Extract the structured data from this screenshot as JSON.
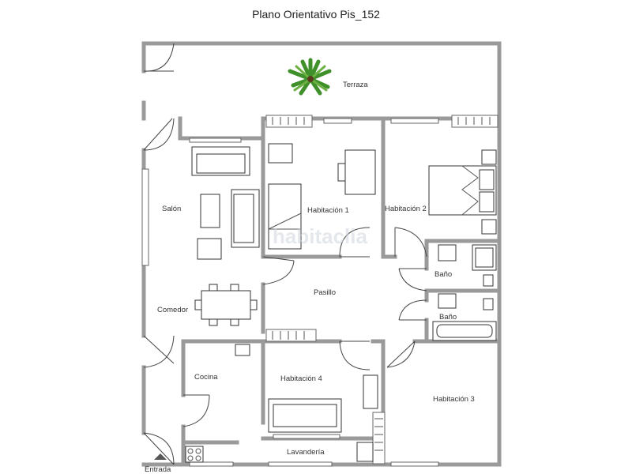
{
  "plan": {
    "title": "Plano Orientativo Pis_152",
    "watermark": "habitaclia"
  },
  "rooms": {
    "terraza": "Terraza",
    "salon": "Salón",
    "comedor": "Comedor",
    "cocina": "Cocina",
    "entrada": "Entrada",
    "habitacion1": "Habitación 1",
    "habitacion2": "Habitación 2",
    "habitacion3": "Habitación 3",
    "habitacion4": "Habitación 4",
    "pasillo": "Pasillo",
    "bano1": "Baño",
    "bano2": "Baño",
    "lavanderia": "Lavandería"
  },
  "icons": {
    "plant": "plant-icon",
    "entry": "entry-arrow-icon"
  },
  "colors": {
    "wall": "#9a9a9a",
    "window": "#666666",
    "plant": "#3f8f2a"
  }
}
